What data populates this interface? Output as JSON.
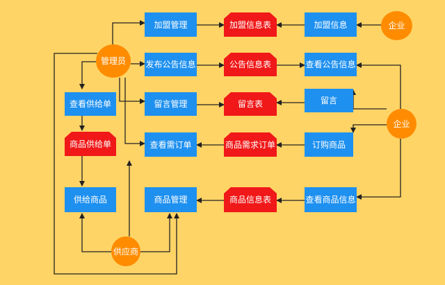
{
  "nodes": {
    "join_management": "加盟管理",
    "join_info_table": "加盟信息表",
    "join_info": "加盟信息",
    "enterprise_top": "企业",
    "administrator": "管理员",
    "publish_notice": "发布公告信息",
    "notice_table": "公告信息表",
    "view_notice": "查看公告信息",
    "view_supply_order": "查看供给单",
    "message_management": "留言管理",
    "message_table": "留言表",
    "message": "留言",
    "enterprise_mid": "企业",
    "product_supply_order": "商品供给单",
    "view_demand_order": "查看需订单",
    "product_demand_order": "商品需求订单",
    "order_product": "订购商品",
    "supply_product": "供给商品",
    "product_management": "商品管理",
    "product_info_table": "商品信息表",
    "view_product_info": "查看商品信息",
    "supplier": "供应商"
  },
  "colors": {
    "background": "#FFD466",
    "process": "#1E90F0",
    "data_store": "#F01818",
    "actor": "#FF8C00",
    "line": "#222222"
  }
}
